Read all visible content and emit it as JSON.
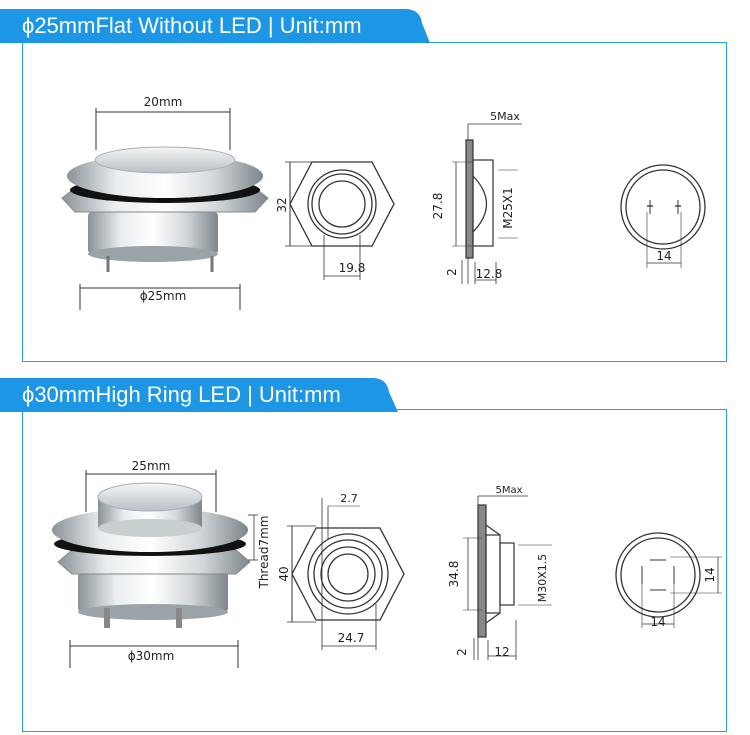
{
  "colors": {
    "accent": "#1e96e6",
    "border": "#2aa0de",
    "metal_light": "#eceff1",
    "metal_dark": "#8d969c",
    "line": "#333333"
  },
  "section1": {
    "title": "ϕ25mmFlat Without LED | Unit:mm",
    "photo": {
      "top_width": "20mm",
      "bottom_width": "ϕ25mm"
    },
    "front_view": {
      "height": "32",
      "width": "19.8"
    },
    "side_view": {
      "max": "5Max",
      "height": "27.8",
      "thread": "M25X1",
      "base": "2",
      "length": "12.8"
    },
    "bottom_view": {
      "width": "14"
    }
  },
  "section2": {
    "title": "ϕ30mmHigh Ring LED | Unit:mm",
    "photo": {
      "top_width": "25mm",
      "bottom_width": "ϕ30mm",
      "thread_label": "Thread7mm"
    },
    "front_view": {
      "ring": "2.7",
      "height": "40",
      "width": "24.7"
    },
    "side_view": {
      "max": "5Max",
      "height": "34.8",
      "thread": "M30X1.5",
      "base": "2",
      "length": "12"
    },
    "bottom_view": {
      "width": "14",
      "height": "14"
    }
  }
}
